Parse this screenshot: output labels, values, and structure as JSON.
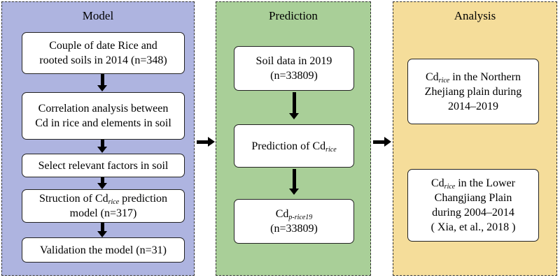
{
  "panels": {
    "model": {
      "title": "Model",
      "boxes": [
        {
          "lines": [
            "Couple of date Rice and",
            "rooted soils in 2014 (n=348)"
          ]
        },
        {
          "lines": [
            "Correlation analysis between",
            "Cd in rice and elements in soil"
          ]
        },
        {
          "lines": [
            "Select relevant factors in soil"
          ]
        },
        {
          "pre": "Struction of Cd",
          "sub": "rice",
          "post": " prediction",
          "line2": "model (n=317)"
        },
        {
          "lines": [
            "Validation the model (n=31)"
          ]
        }
      ]
    },
    "prediction": {
      "title": "Prediction",
      "boxes": [
        {
          "lines": [
            "Soil data in 2019",
            "(n=33809)"
          ]
        },
        {
          "pre": "Prediction of Cd",
          "sub": "rice",
          "post": ""
        },
        {
          "pre": "Cd",
          "sub": "p-rice19",
          "post": "",
          "line2": "(n=33809)"
        }
      ]
    },
    "analysis": {
      "title": "Analysis",
      "boxes": [
        {
          "pre": "Cd",
          "sub": "rice",
          "post": " in the Northern",
          "line2": "Zhejiang plain during",
          "line3": "2014–2019"
        },
        {
          "pre": "Cd",
          "sub": "rice",
          "post": " in the Lower",
          "line2": "Changjiang Plain",
          "line3": "during 2004–2014",
          "line4": "( Xia, et al., 2018 )"
        }
      ]
    }
  }
}
